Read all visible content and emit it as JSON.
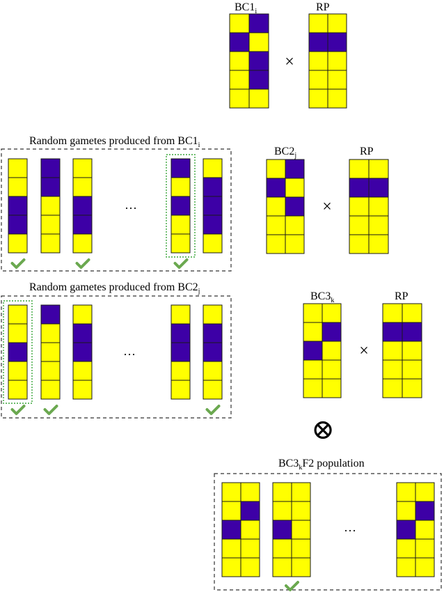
{
  "colors": {
    "yellow": "#ffff00",
    "purple": "#3d00a6",
    "grid_line": "#1a1a1a",
    "check": "#6aa84f",
    "dotted_box": "#3aa63a",
    "dashed_box": "#333333"
  },
  "labels": {
    "bc1_base": "BC1",
    "bc1_sub": "i",
    "rp": "RP",
    "bc2_base": "BC2",
    "bc2_sub": "j",
    "bc3_base": "BC3",
    "bc3_sub": "k",
    "gametes1_text": "Random gametes produced from BC1",
    "gametes1_sub": "i",
    "gametes2_text": "Random gametes produced from BC2",
    "gametes2_sub": "j",
    "f2_pre": "BC3",
    "f2_sub": "k",
    "f2_post": "F2 population",
    "cross": "×",
    "ellipsis": "···",
    "selfing": "⊗"
  },
  "diagram": {
    "parents": [
      {
        "id": "bc1",
        "cols": [
          [
            "Y",
            "P"
          ],
          [
            "P",
            "Y"
          ],
          [
            "Y",
            "P"
          ],
          [
            "Y",
            "P"
          ],
          [
            "Y",
            "Y"
          ]
        ]
      },
      {
        "id": "rp1",
        "cols": [
          [
            "Y",
            "Y"
          ],
          [
            "P",
            "P"
          ],
          [
            "Y",
            "Y"
          ],
          [
            "Y",
            "Y"
          ],
          [
            "Y",
            "Y"
          ]
        ]
      },
      {
        "id": "bc2",
        "cols": [
          [
            "Y",
            "P"
          ],
          [
            "P",
            "Y"
          ],
          [
            "Y",
            "P"
          ],
          [
            "Y",
            "Y"
          ],
          [
            "Y",
            "Y"
          ]
        ]
      },
      {
        "id": "rp2",
        "cols": [
          [
            "Y",
            "Y"
          ],
          [
            "P",
            "P"
          ],
          [
            "Y",
            "Y"
          ],
          [
            "Y",
            "Y"
          ],
          [
            "Y",
            "Y"
          ]
        ]
      },
      {
        "id": "bc3",
        "cols": [
          [
            "Y",
            "Y"
          ],
          [
            "Y",
            "P"
          ],
          [
            "P",
            "Y"
          ],
          [
            "Y",
            "Y"
          ],
          [
            "Y",
            "Y"
          ]
        ]
      },
      {
        "id": "rp3",
        "cols": [
          [
            "Y",
            "Y"
          ],
          [
            "P",
            "P"
          ],
          [
            "Y",
            "Y"
          ],
          [
            "Y",
            "Y"
          ],
          [
            "Y",
            "Y"
          ]
        ]
      }
    ],
    "gametes_row1": [
      {
        "cells": [
          "Y",
          "Y",
          "P",
          "P",
          "Y"
        ],
        "selected": true,
        "highlighted": false
      },
      {
        "cells": [
          "P",
          "P",
          "Y",
          "Y",
          "Y"
        ],
        "selected": false,
        "highlighted": false
      },
      {
        "cells": [
          "Y",
          "Y",
          "P",
          "P",
          "Y"
        ],
        "selected": true,
        "highlighted": false
      },
      {
        "cells": [
          "P",
          "Y",
          "P",
          "Y",
          "Y"
        ],
        "selected": true,
        "highlighted": true
      },
      {
        "cells": [
          "Y",
          "P",
          "P",
          "P",
          "Y"
        ],
        "selected": false,
        "highlighted": false
      }
    ],
    "gametes_row2": [
      {
        "cells": [
          "Y",
          "Y",
          "P",
          "Y",
          "Y"
        ],
        "selected": true,
        "highlighted": true
      },
      {
        "cells": [
          "P",
          "Y",
          "Y",
          "Y",
          "Y"
        ],
        "selected": true,
        "highlighted": false
      },
      {
        "cells": [
          "Y",
          "P",
          "P",
          "Y",
          "Y"
        ],
        "selected": false,
        "highlighted": false
      },
      {
        "cells": [
          "Y",
          "P",
          "P",
          "Y",
          "Y"
        ],
        "selected": false,
        "highlighted": false
      },
      {
        "cells": [
          "Y",
          "P",
          "P",
          "Y",
          "Y"
        ],
        "selected": true,
        "highlighted": false
      }
    ],
    "f2_population": [
      {
        "cols": [
          [
            "Y",
            "Y"
          ],
          [
            "Y",
            "P"
          ],
          [
            "P",
            "Y"
          ],
          [
            "Y",
            "Y"
          ],
          [
            "Y",
            "Y"
          ]
        ],
        "selected": false
      },
      {
        "cols": [
          [
            "Y",
            "Y"
          ],
          [
            "Y",
            "Y"
          ],
          [
            "P",
            "Y"
          ],
          [
            "Y",
            "Y"
          ],
          [
            "Y",
            "Y"
          ]
        ],
        "selected": true
      },
      {
        "cols": [
          [
            "Y",
            "Y"
          ],
          [
            "Y",
            "P"
          ],
          [
            "P",
            "Y"
          ],
          [
            "Y",
            "Y"
          ],
          [
            "Y",
            "Y"
          ]
        ],
        "selected": false
      }
    ]
  }
}
